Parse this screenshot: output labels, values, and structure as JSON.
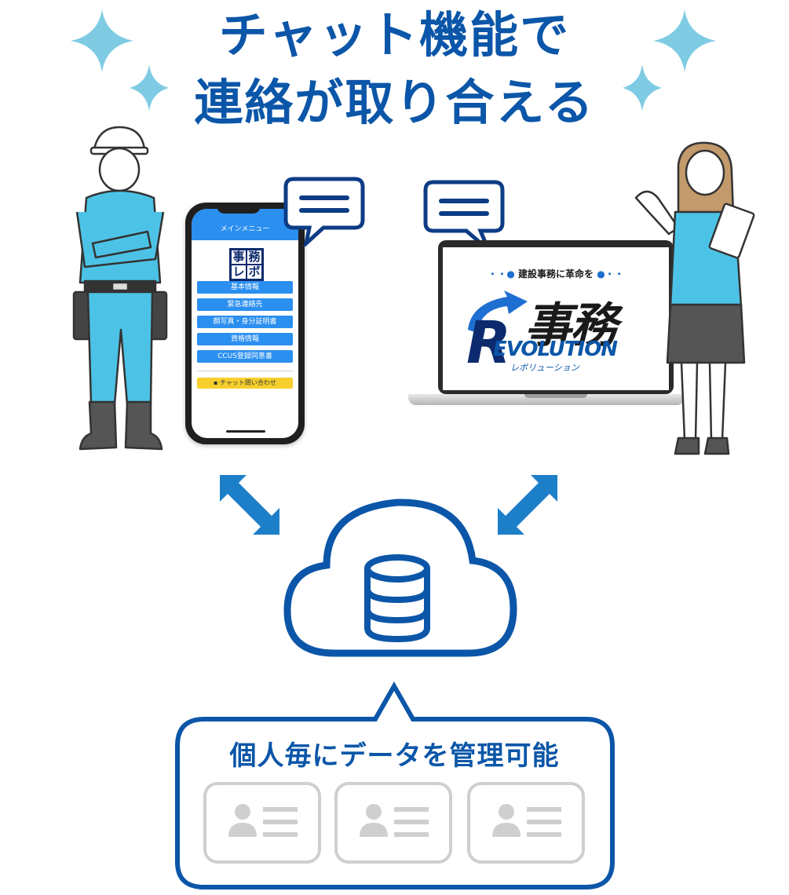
{
  "headline": {
    "line1": "チャット機能で",
    "line2": "連絡が取り合える"
  },
  "phone": {
    "header": "メインメニュー",
    "logo_chars": [
      "事",
      "務",
      "レ",
      "ボ"
    ],
    "menu_items": [
      "基本情報",
      "緊急連絡先",
      "顔写真・身分証明書",
      "資格情報",
      "CCUS登録同意書"
    ],
    "chat_button": "チャット問い合わせ"
  },
  "laptop": {
    "tagline": "建設事務に革命を",
    "brand_kanji": "事務",
    "brand_en": "EVOLUTION",
    "brand_kana": "レボリューション"
  },
  "bubble": {
    "text": "個人毎にデータを管理可能"
  },
  "colors": {
    "brand_blue": "#0b56a8",
    "sparkle": "#7fcbe4",
    "arrow": "#1e7fc9",
    "uniform": "#4cc3e6",
    "card_gray": "#cfcfcf"
  }
}
